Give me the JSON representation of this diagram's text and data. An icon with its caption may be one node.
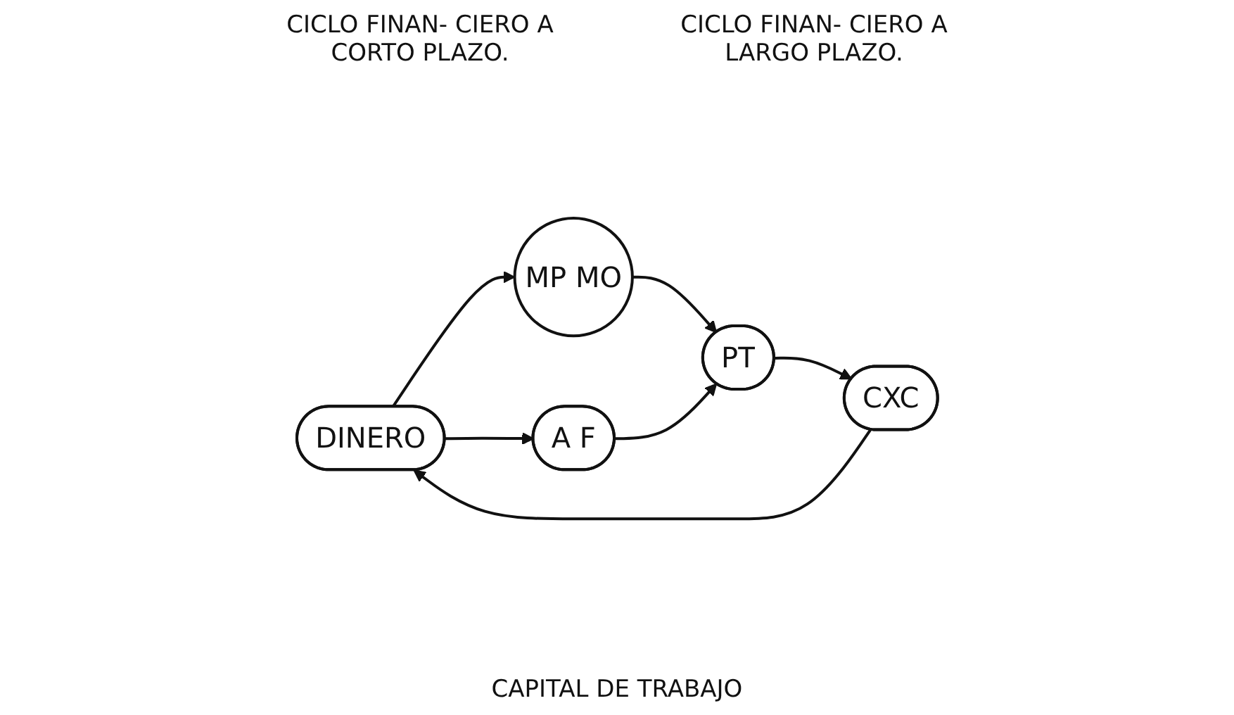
{
  "diagram": {
    "nodes": [
      {
        "text": [
          "DINERO"
        ]
      },
      {
        "text": [
          "CXC"
        ]
      },
      {
        "text": [
          "MP MO"
        ]
      },
      {
        "text": [
          "A F"
        ]
      },
      {
        "text": [
          "PT"
        ]
      }
    ],
    "edges": [
      {
        "from": 0,
        "to": 2,
        "arrow": "to"
      },
      {
        "from": 0,
        "to": 3,
        "arrow": "to"
      },
      {
        "from": 2,
        "to": 4,
        "arrow": "to"
      },
      {
        "from": 3,
        "to": 4,
        "arrow": "to"
      },
      {
        "from": 4,
        "to": 1,
        "arrow": "to"
      },
      {
        "from": 1,
        "to": 0,
        "arrow": "to"
      }
    ],
    "labels": [
      "CICLO FINAN- CIERO A CORTO PLAZO.",
      "CICLO FINAN- CIERO A LARGO PLAZO.",
      "CAPITAL DE TRABAJO"
    ]
  }
}
